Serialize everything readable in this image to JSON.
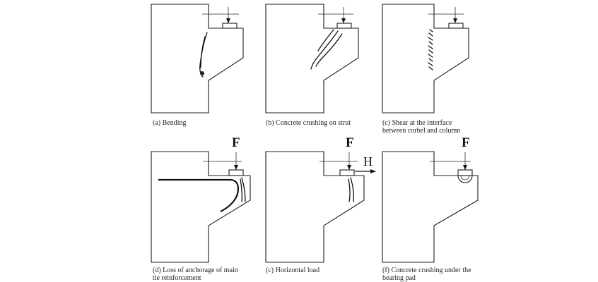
{
  "panels": [
    {
      "caption_line1": "(a) Bending",
      "caption_line2": "",
      "force_label": ""
    },
    {
      "caption_line1": "(b) Concrete crushing on strut",
      "caption_line2": "",
      "force_label": ""
    },
    {
      "caption_line1": "(c) Shear at the interface",
      "caption_line2": "between corbel and column",
      "force_label": ""
    },
    {
      "caption_line1": "(d) Loss of anchorage of main",
      "caption_line2": "tie reinforcement",
      "force_label": "F"
    },
    {
      "caption_line1": "(c) Horizontal load",
      "caption_line2": "",
      "force_label": "F"
    },
    {
      "caption_line1": "(f) Concrete crushing under the",
      "caption_line2": "bearing pad",
      "force_label": "F"
    }
  ],
  "horizontal_load_label": "H"
}
